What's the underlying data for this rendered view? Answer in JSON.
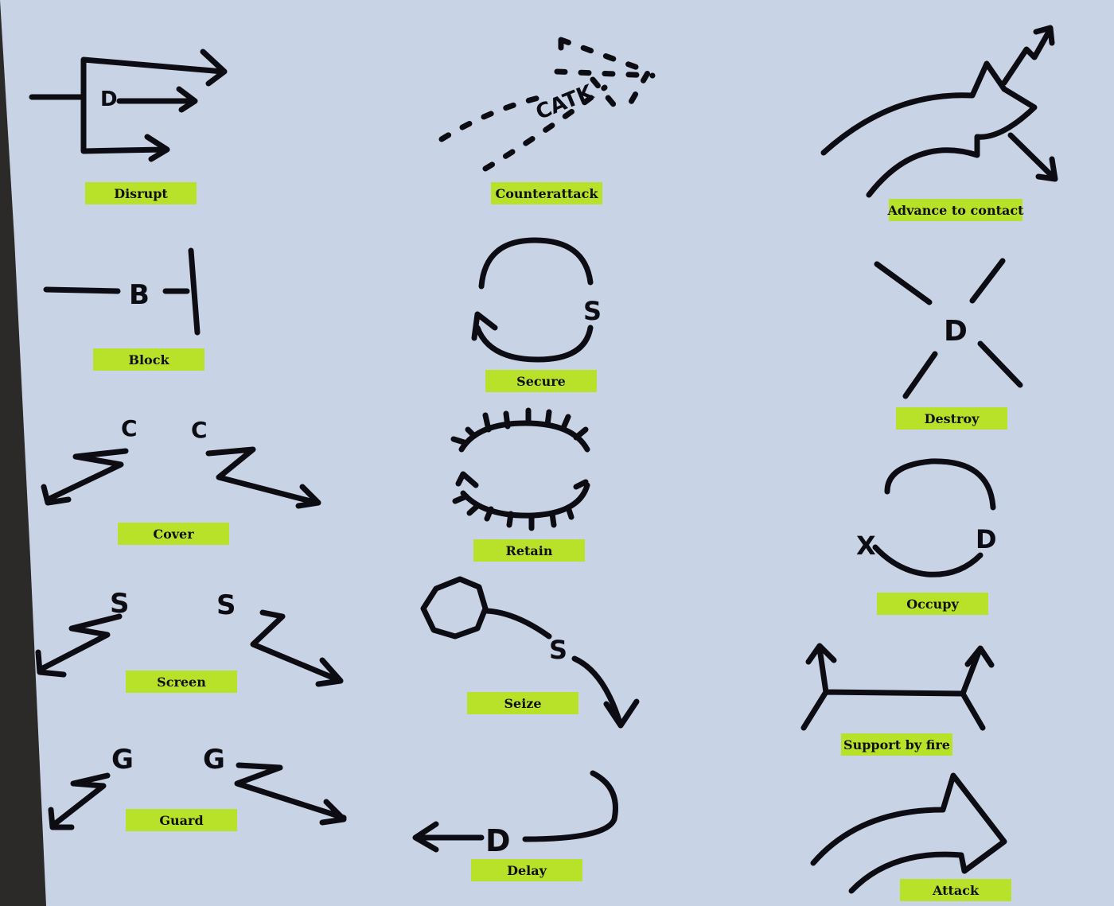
{
  "tasks": [
    {
      "id": "disrupt",
      "label": "Disrupt",
      "glyph": "D"
    },
    {
      "id": "counterattack",
      "label": "Counterattack",
      "glyph": "CATK"
    },
    {
      "id": "advance",
      "label": "Advance to contact",
      "glyph": ""
    },
    {
      "id": "block",
      "label": "Block",
      "glyph": "B"
    },
    {
      "id": "secure",
      "label": "Secure",
      "glyph": "S"
    },
    {
      "id": "destroy",
      "label": "Destroy",
      "glyph": "D"
    },
    {
      "id": "cover",
      "label": "Cover",
      "glyph": "C"
    },
    {
      "id": "retain",
      "label": "Retain",
      "glyph": ""
    },
    {
      "id": "occupy",
      "label": "Occupy",
      "glyph": "D"
    },
    {
      "id": "screen",
      "label": "Screen",
      "glyph": "S"
    },
    {
      "id": "seize",
      "label": "Seize",
      "glyph": "S"
    },
    {
      "id": "support",
      "label": "Support by fire",
      "glyph": ""
    },
    {
      "id": "guard",
      "label": "Guard",
      "glyph": "G"
    },
    {
      "id": "delay",
      "label": "Delay",
      "glyph": "D"
    },
    {
      "id": "attack",
      "label": "Attack",
      "glyph": ""
    }
  ],
  "occupy_mark": "X",
  "colors": {
    "paper": "#c9d3e6",
    "ink": "#0c0c12",
    "label_bg": "#b8e22a"
  }
}
